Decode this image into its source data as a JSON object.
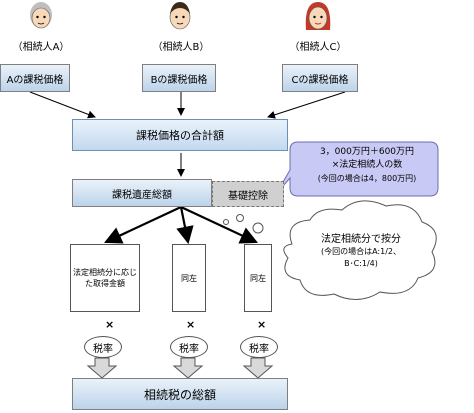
{
  "heirs": [
    {
      "label": "（相続人A）",
      "tax_value": "Aの課税価格"
    },
    {
      "label": "（相続人B）",
      "tax_value": "Bの課税価格"
    },
    {
      "label": "（相続人C）",
      "tax_value": "Cの課税価格"
    }
  ],
  "total_label": "課税価格の合計額",
  "estate_label": "課税遺産総額",
  "deduction_label": "基礎控除",
  "deduction_callout": {
    "line1": "3，000万円＋600万円",
    "line2": "×法定相続人の数",
    "line3": "(今回の場合は4，800万円)"
  },
  "split_callout": {
    "line1": "法定相続分で按分",
    "line2": "(今回の場合はA:1/2、",
    "line3": "B･C:1/4)"
  },
  "shares": [
    {
      "label": "法定相続分に応じた取得金額"
    },
    {
      "label": "同左"
    },
    {
      "label": "同左"
    }
  ],
  "times_symbol": "×",
  "tax_rate_label": "税率",
  "final_label": "相続税の総額",
  "colors": {
    "accent_fill": "#c9c9f5",
    "box_fill": "#d6e6f5",
    "deduction_fill": "#d0d0d0"
  }
}
